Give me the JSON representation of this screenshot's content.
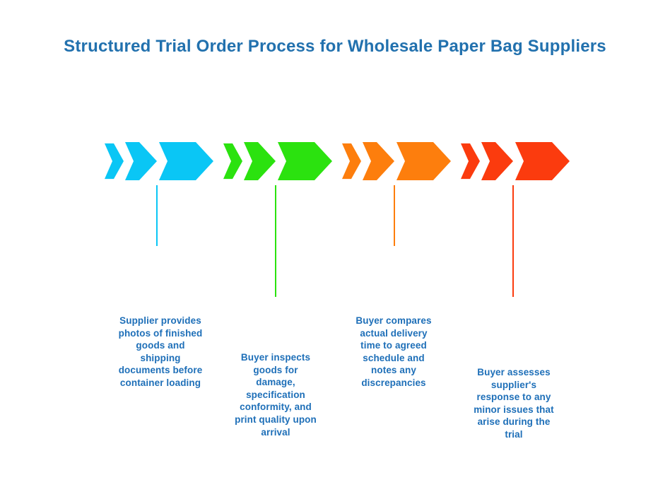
{
  "title": {
    "text": "Structured Trial Order Process for Wholesale Paper Bag Suppliers",
    "color": "#2271AE"
  },
  "body_text_color": "#1E6FB8",
  "background_color": "#FFFFFF",
  "steps": [
    {
      "color": "#0AC6F5",
      "description_lines": [
        "Supplier provides",
        "photos of finished",
        "goods and",
        "shipping",
        "documents before",
        "container loading"
      ]
    },
    {
      "color": "#2BE20F",
      "description_lines": [
        "Buyer inspects",
        "goods for",
        "damage,",
        "specification",
        "conformity, and",
        "print quality upon",
        "arrival"
      ]
    },
    {
      "color": "#FD7E0D",
      "description_lines": [
        "Buyer compares",
        "actual delivery",
        "time to agreed",
        "schedule and",
        "notes any",
        "discrepancies"
      ]
    },
    {
      "color": "#FB3B0E",
      "description_lines": [
        "Buyer assesses",
        "supplier's",
        "response to any",
        "minor issues that",
        "arise during the",
        "trial"
      ]
    }
  ]
}
